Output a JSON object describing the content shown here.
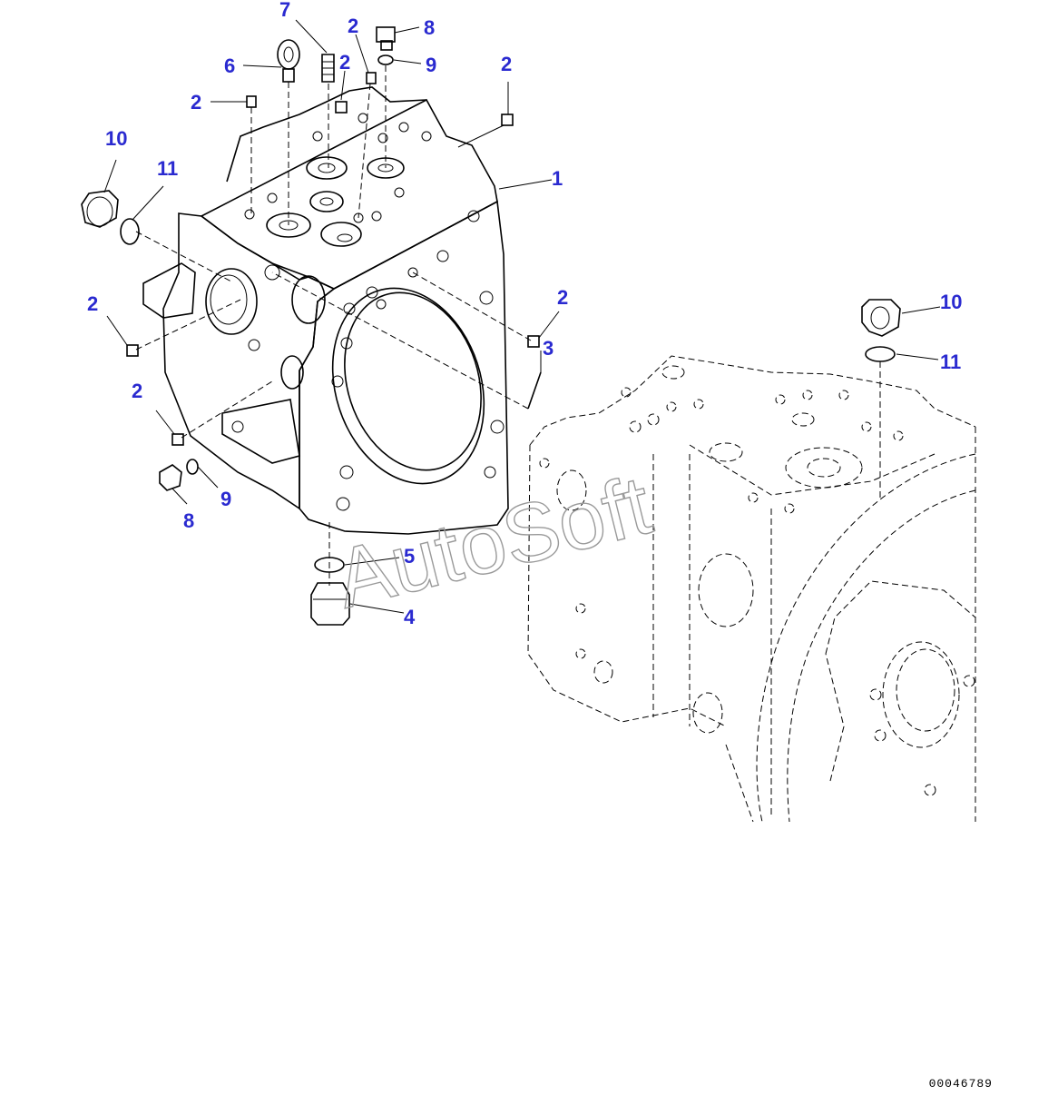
{
  "diagram": {
    "watermark": "AutoSoft",
    "drawing_id": "00046789",
    "callouts": [
      {
        "id": "c7a",
        "label": "7"
      },
      {
        "id": "c6",
        "label": "6"
      },
      {
        "id": "c2a",
        "label": "2"
      },
      {
        "id": "c2b",
        "label": "2"
      },
      {
        "id": "c8a",
        "label": "8"
      },
      {
        "id": "c9a",
        "label": "9"
      },
      {
        "id": "c2c",
        "label": "2"
      },
      {
        "id": "c2d",
        "label": "2"
      },
      {
        "id": "c1",
        "label": "1"
      },
      {
        "id": "c10a",
        "label": "10"
      },
      {
        "id": "c11a",
        "label": "11"
      },
      {
        "id": "c2e",
        "label": "2"
      },
      {
        "id": "c2f",
        "label": "2"
      },
      {
        "id": "c3",
        "label": "3"
      },
      {
        "id": "c2g",
        "label": "2"
      },
      {
        "id": "c9b",
        "label": "9"
      },
      {
        "id": "c8b",
        "label": "8"
      },
      {
        "id": "c5",
        "label": "5"
      },
      {
        "id": "c4",
        "label": "4"
      },
      {
        "id": "c10b",
        "label": "10"
      },
      {
        "id": "c11b",
        "label": "11"
      }
    ]
  }
}
